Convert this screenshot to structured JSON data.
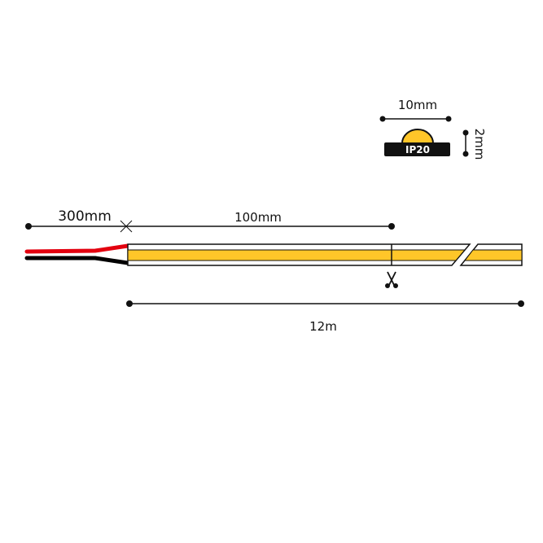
{
  "labels": {
    "lead_length": "300mm",
    "cut_interval": "100mm",
    "total_length": "12m",
    "width": "10mm",
    "height": "2mm",
    "ip_rating": "IP20"
  },
  "colors": {
    "led": "#FFC629",
    "wire_positive": "#E3000F",
    "wire_negative": "#000000",
    "line": "#111111"
  }
}
